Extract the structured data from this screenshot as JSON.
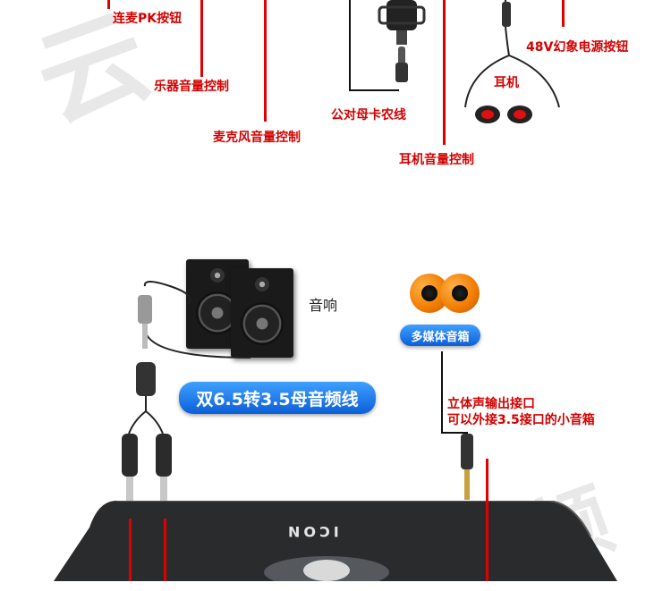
{
  "labels": {
    "pk_button": "连麦PK按钮",
    "instrument_volume": "乐器音量控制",
    "mic_volume": "麦克风音量控制",
    "xlr_cable": "公对母卡农线",
    "headphone_volume": "耳机音量控制",
    "phantom_power": "48V幻象电源按钮",
    "headphones": "耳机",
    "speakers": "音响",
    "multimedia_speaker": "多媒体音箱",
    "dual_cable": "双6.5转3.5母音频线",
    "stereo_out_line1": "立体声输出接口",
    "stereo_out_line2": "可以外接3.5接口的小音箱",
    "device_brand": "ICON"
  },
  "colors": {
    "label_red": "#d40000",
    "line_red": "#e00000",
    "pill_blue": "#0b5fd8"
  }
}
